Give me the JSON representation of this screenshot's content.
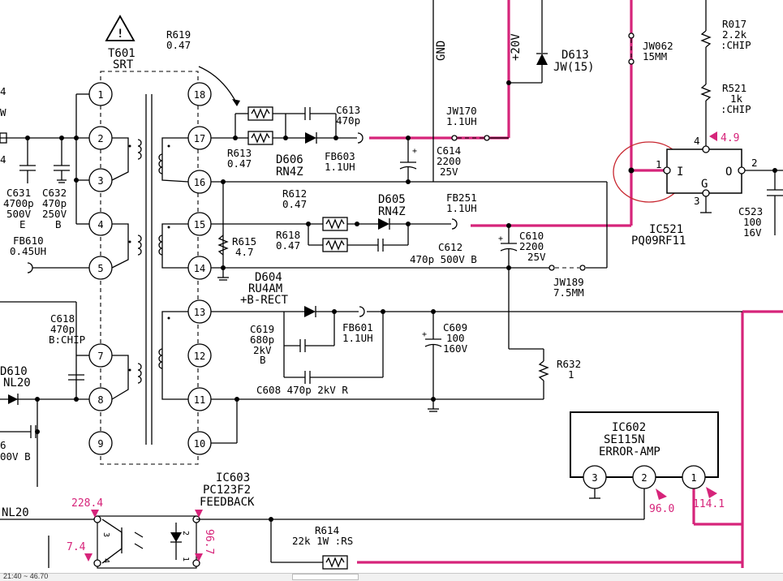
{
  "labels": {
    "t601_ref": "T601",
    "t601_type": "SRT",
    "r619_ref": "R619",
    "r619_val": "0.47",
    "gnd": "GND",
    "v20": "+20V",
    "d613_ref": "D613",
    "d613_val": "JW(15)",
    "jw062_ref": "JW062",
    "jw062_val": "15MM",
    "r017_ref": "R017",
    "r017_val": "2.2k",
    "r017_type": ":CHIP",
    "r521_ref": "R521",
    "r521_val": "1k",
    "r521_type": ":CHIP",
    "c613_ref": "C613",
    "c613_val": "470p",
    "jw170_ref": "JW170",
    "jw170_val": "1.1UH",
    "r613_ref": "R613",
    "r613_val": "0.47",
    "d606_ref": "D606",
    "d606_val": "RN4Z",
    "fb603_ref": "FB603",
    "fb603_val": "1.1UH",
    "c614_ref": "C614",
    "c614_val": "2200",
    "c614_v": "25V",
    "c631_ref": "C631",
    "c631_val": "4700p",
    "c631_v": "500V",
    "c631_t": "E",
    "c632_ref": "C632",
    "c632_val": "470p",
    "c632_v": "250V",
    "c632_t": "B",
    "left_4": "4",
    "left_w": "W",
    "r612_ref": "R612",
    "r612_val": "0.47",
    "d605_ref": "D605",
    "d605_val": "RN4Z",
    "fb251_ref": "FB251",
    "fb251_val": "1.1UH",
    "ic521_ref": "IC521",
    "ic521_val": "PQ09RF11",
    "c523_ref": "C523",
    "c523_val": "100",
    "c523_v": "16V",
    "fb610_ref": "FB610",
    "fb610_val": "0.45UH",
    "r615_ref": "R615",
    "r615_val": "4.7",
    "r618_ref": "R618",
    "r618_val": "0.47",
    "c610_ref": "C610",
    "c610_val": "2200",
    "c610_v": "25V",
    "c612_line": "470p 500V B",
    "c612_ref": "C612",
    "d604_ref": "D604",
    "d604_val": "RU4AM",
    "d604_desc": "+B-RECT",
    "jw189_ref": "JW189",
    "jw189_val": "7.5MM",
    "c618_ref": "C618",
    "c618_val": "470p",
    "c618_type": "B:CHIP",
    "c619_ref": "C619",
    "c619_val": "680p",
    "c619_v": "2kV",
    "c619_t": "B",
    "fb601_ref": "FB601",
    "fb601_val": "1.1UH",
    "c609_ref": "C609",
    "c609_val": "100",
    "c609_v": "160V",
    "r632_ref": "R632",
    "r632_val": "1",
    "d610_ref": "D610",
    "d610_val": "NL20",
    "c608_line": "C608 470p 2kV R",
    "left_6": "6",
    "left_00v": "00V B",
    "ic602_ref": "IC602",
    "ic602_val": "SE115N",
    "ic602_desc": "ERROR-AMP",
    "ic603_ref": "IC603",
    "ic603_val": "PC123F2",
    "ic603_desc": "FEEDBACK",
    "nl20": "NL20",
    "r614_ref": "R614",
    "r614_val": "22k 1W :RS",
    "pin_i": "I",
    "pin_o": "O",
    "pin_g": "G"
  },
  "voltages": {
    "ic521_pin4": "4.9",
    "ic603_pin3": "228.4",
    "ic603_pin4": "7.4",
    "ic603_pin2": "96.7",
    "ic602_pin2": "96.0",
    "ic602_pin1": "114.1"
  },
  "transformer_pins_left": [
    "1",
    "2",
    "3",
    "4",
    "5",
    "7",
    "8",
    "9"
  ],
  "transformer_pins_right": [
    "18",
    "17",
    "16",
    "15",
    "14",
    "13",
    "12",
    "11",
    "10"
  ],
  "ic521_pins": {
    "in": "1",
    "out": "2",
    "gnd": "3",
    "ctl": "4"
  },
  "ic602_pins": [
    "3",
    "2",
    "1"
  ],
  "ic603_pins": {
    "a": "3",
    "b": "4",
    "c": "2",
    "d": "1"
  },
  "colors": {
    "highlight_net": "#d6247a",
    "annotation_circle": "#c8262f"
  },
  "status_text": "21:40 ~ 46.70"
}
